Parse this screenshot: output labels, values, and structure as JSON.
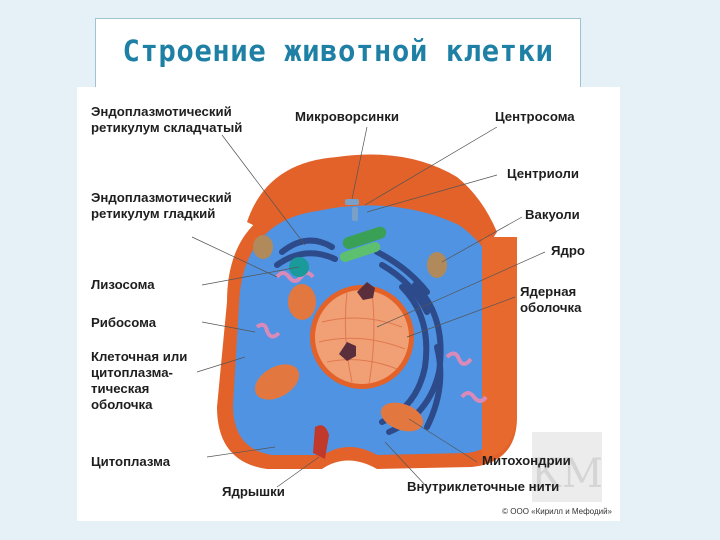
{
  "title": "Строение животной клетки",
  "labels": {
    "er_rough": "Эндоплазмотический ретикулум складчатый",
    "er_smooth": "Эндоплазмотический ретикулум гладкий",
    "lysosome": "Лизосома",
    "ribosome": "Рибосома",
    "membrane": "Клеточная или цитоплазма-тическая оболочка",
    "cytoplasm": "Цитоплазма",
    "nucleoli": "Ядрышки",
    "microvilli": "Микроворсинки",
    "centrosome": "Центросома",
    "centrioles": "Центриоли",
    "vacuoles": "Вакуоли",
    "nucleus": "Ядро",
    "nuclear_envelope": "Ядерная оболочка",
    "mitochondria": "Митохондрии",
    "filaments": "Внутриклеточные нити"
  },
  "watermark": "КМ",
  "copyright": "© ООО «Кирилл и Мефодий»",
  "colors": {
    "title": "#1f80a6",
    "membrane": "#e2622a",
    "cytoplasm": "#4f93e2",
    "nucleus": "#f0a074",
    "er": "#2d4a8a",
    "golgi": "#3aa055"
  }
}
